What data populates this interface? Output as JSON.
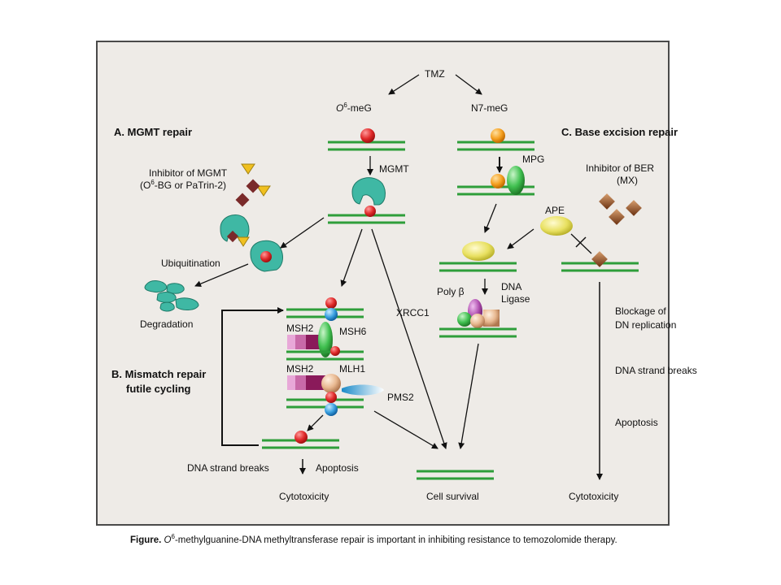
{
  "diagram": {
    "tmz": "TMZ",
    "o6meg": "O",
    "o6meg_sup": "6",
    "o6meg_rest": "-meG",
    "n7meg": "N7-meG",
    "section_a": "A.  MGMT repair",
    "section_b_line1": "B.  Mismatch repair",
    "section_b_line2": "futile cycling",
    "section_c": "C.  Base excision repair",
    "inhibitor_mgmt_line1": "Inhibitor of MGMT",
    "inhibitor_mgmt_line2_pre": "(O",
    "inhibitor_mgmt_line2_sup": "6",
    "inhibitor_mgmt_line2_post": "-BG or PaTrin-2)",
    "mgmt": "MGMT",
    "ubiquitination": "Ubiquitination",
    "degradation": "Degradation",
    "msh2_a": "MSH2",
    "msh6": "MSH6",
    "msh2_b": "MSH2",
    "mlh1": "MLH1",
    "pms2": "PMS2",
    "dna_breaks_left": "DNA strand breaks",
    "apoptosis_left": "Apoptosis",
    "cytotoxicity_left": "Cytotoxicity",
    "mpg": "MPG",
    "ape": "APE",
    "poly_beta": "Poly β",
    "dna": "DNA",
    "ligase": "Ligase",
    "xrcc1": "XRCC1",
    "cell_survival": "Cell survival",
    "inhibitor_ber_line1": "Inhibitor of BER",
    "inhibitor_ber_line2": "(MX)",
    "blockage_line1": "Blockage of",
    "blockage_line2": "DN replication",
    "dna_breaks_right": "DNA strand breaks",
    "apoptosis_right": "Apoptosis",
    "cytotoxicity_right": "Cytotoxicity"
  },
  "caption": {
    "label": "Figure.",
    "o": "O",
    "sup": "6",
    "text": "-methylguanine-DNA methyltransferase repair is important in inhibiting resistance to temozolomide therapy."
  },
  "colors": {
    "dna": "#2e9e3a",
    "red_base": "#e02a2a",
    "orange_base": "#f5a020",
    "mgmt_protein": "#3fb8a4",
    "diamond": "#7a2a2a",
    "triangle": "#f0c020"
  }
}
